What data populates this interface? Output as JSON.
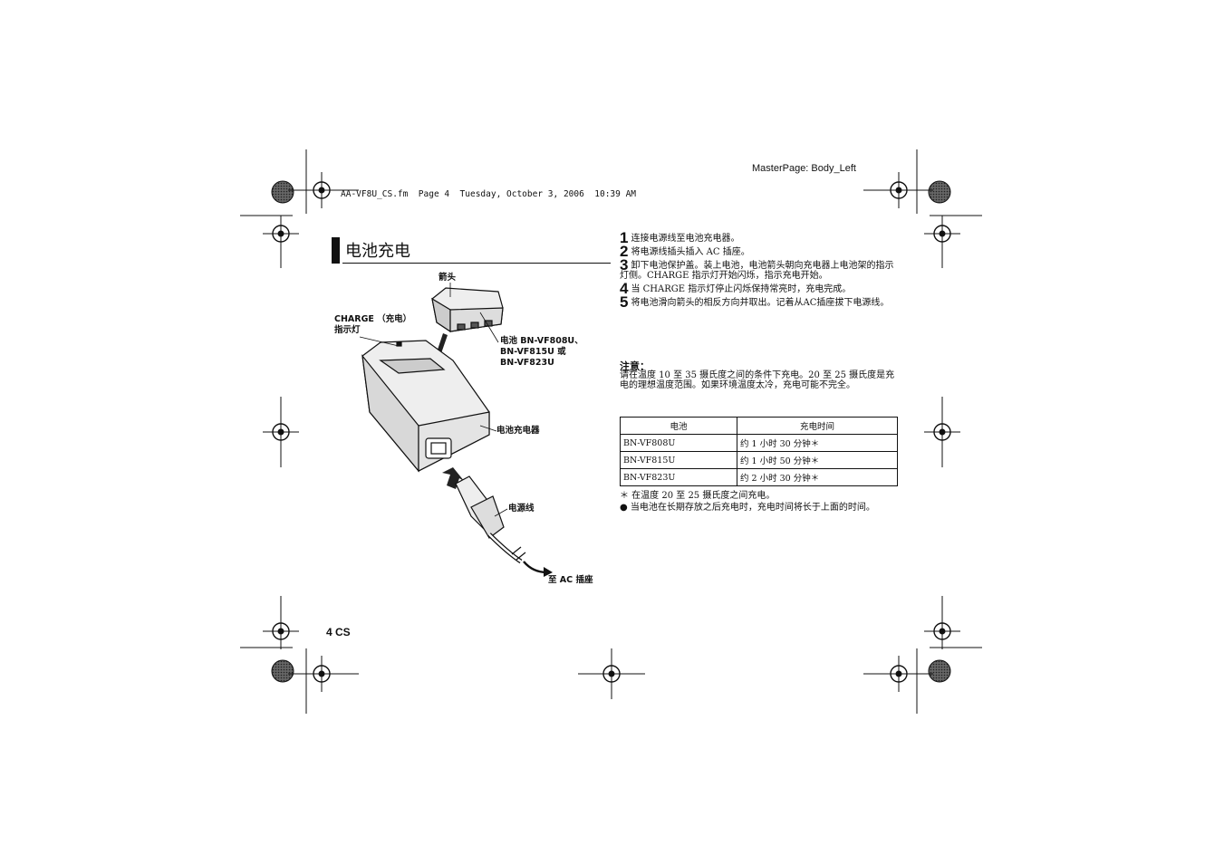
{
  "header": {
    "masterpage": "MasterPage: Body_Left",
    "file_info": "AA-VF8U_CS.fm  Page 4  Tuesday, October 3, 2006  10:39 AM"
  },
  "section": {
    "title": "电池充电"
  },
  "illustration": {
    "arrow_label": "箭头",
    "charge_label": "CHARGE （充电）\n指示灯",
    "battery_label": "电池 BN-VF808U、\nBN-VF815U 或\nBN-VF823U",
    "charger_label": "电池充电器",
    "cord_label": "电源线",
    "outlet_label": "至 AC 插座"
  },
  "steps": [
    {
      "num": "1",
      "text": "连接电源线至电池充电器。"
    },
    {
      "num": "2",
      "text": "将电源线插头插入 AC 插座。"
    },
    {
      "num": "3",
      "text": "卸下电池保护盖。装上电池，电池箭头朝向充电器上电池架的指示灯侧。CHARGE 指示灯开始闪烁，指示充电开始。"
    },
    {
      "num": "4",
      "text": "当 CHARGE 指示灯停止闪烁保持常亮时，充电完成。"
    },
    {
      "num": "5",
      "text": "将电池滑向箭头的相反方向并取出。记着从AC插座拔下电源线。"
    }
  ],
  "note": {
    "heading": "注意：",
    "text": "请在温度 10 至 35 摄氏度之间的条件下充电。20 至 25 摄氏度是充电的理想温度范围。如果环境温度太冷，充电可能不完全。"
  },
  "table": {
    "headers": [
      "电池",
      "充电时间"
    ],
    "rows": [
      [
        "BN-VF808U",
        "约 1 小时 30 分钟＊"
      ],
      [
        "BN-VF815U",
        "约 1 小时 50 分钟＊"
      ],
      [
        "BN-VF823U",
        "约 2 小时 30 分钟＊"
      ]
    ]
  },
  "footnotes": {
    "asterisk": "＊ 在温度 20 至 25 摄氏度之间充电。",
    "bullet": "● 当电池在长期存放之后充电时，充电时间将长于上面的时间。"
  },
  "page_number": "4 CS"
}
